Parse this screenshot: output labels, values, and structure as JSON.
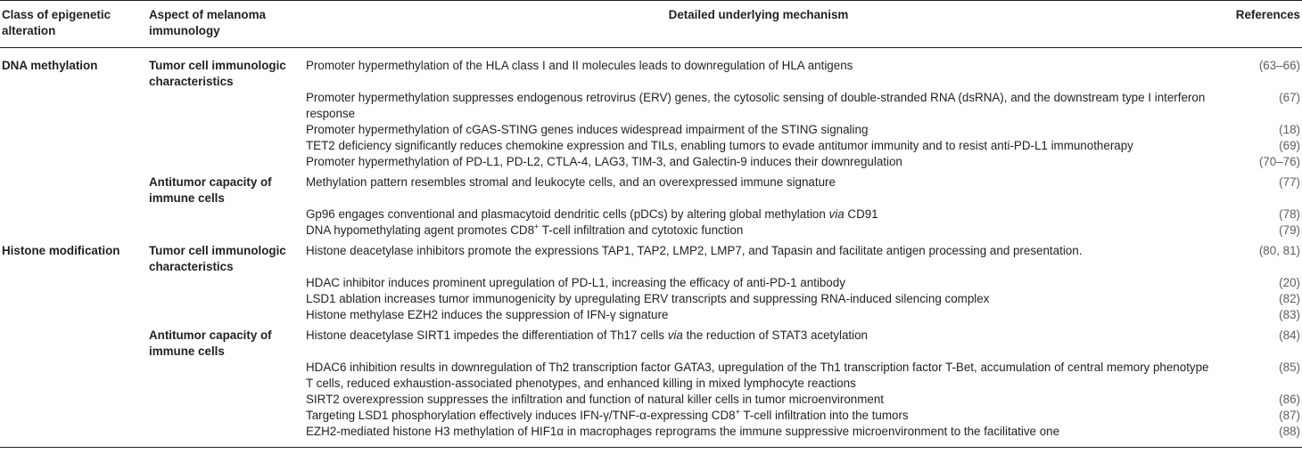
{
  "headers": {
    "class": "Class of epigenetic alteration",
    "aspect": "Aspect of melanoma immunology",
    "mechanism": "Detailed underlying mechanism",
    "references": "References"
  },
  "rows": [
    {
      "class": "DNA methylation",
      "aspect": "Tumor cell immunologic characteristics",
      "mechanism": "Promoter hypermethylation of the HLA class I and II molecules leads to downregulation of HLA antigens",
      "ref": "(63–66)"
    },
    {
      "class": "",
      "aspect": "",
      "mechanism": "Promoter hypermethylation suppresses endogenous retrovirus (ERV) genes, the cytosolic sensing of double-stranded RNA (dsRNA), and the downstream type I interferon response",
      "ref": "(67)"
    },
    {
      "class": "",
      "aspect": "",
      "mechanism": "Promoter hypermethylation of cGAS-STING genes induces widespread impairment of the STING signaling",
      "ref": "(18)"
    },
    {
      "class": "",
      "aspect": "",
      "mechanism": "TET2 deficiency significantly reduces chemokine expression and TILs, enabling tumors to evade antitumor immunity and to resist anti-PD-L1 immunotherapy",
      "ref": "(69)"
    },
    {
      "class": "",
      "aspect": "",
      "mechanism": "Promoter hypermethylation of PD-L1, PD-L2, CTLA-4, LAG3, TIM-3, and Galectin-9 induces their downregulation",
      "ref": "(70–76)"
    },
    {
      "class": "",
      "aspect": "Antitumor capacity of immune cells",
      "mechanism": "Methylation pattern resembles stromal and leukocyte cells, and an overexpressed immune signature",
      "ref": "(77)"
    },
    {
      "class": "",
      "aspect": "",
      "mechanism": "Gp96 engages conventional and plasmacytoid dendritic cells (pDCs) by altering global methylation via CD91",
      "ref": "(78)"
    },
    {
      "class": "",
      "aspect": "",
      "mechanism": "DNA hypomethylating agent promotes CD8+ T-cell infiltration and cytotoxic function",
      "ref": "(79)"
    },
    {
      "class": "Histone modification",
      "aspect": "Tumor cell immunologic characteristics",
      "mechanism": "Histone deacetylase inhibitors promote the expressions TAP1, TAP2, LMP2, LMP7, and Tapasin and facilitate antigen processing and presentation.",
      "ref": "(80, 81)"
    },
    {
      "class": "",
      "aspect": "",
      "mechanism": "HDAC inhibitor induces prominent upregulation of PD-L1, increasing the efficacy of anti-PD-1 antibody",
      "ref": "(20)"
    },
    {
      "class": "",
      "aspect": "",
      "mechanism": "LSD1 ablation increases tumor immunogenicity by upregulating ERV transcripts and suppressing RNA-induced silencing complex",
      "ref": "(82)"
    },
    {
      "class": "",
      "aspect": "",
      "mechanism": "Histone methylase EZH2 induces the suppression of IFN-γ signature",
      "ref": "(83)"
    },
    {
      "class": "",
      "aspect": "Antitumor capacity of immune cells",
      "mechanism": "Histone deacetylase SIRT1 impedes the differentiation of Th17 cells via the reduction of STAT3 acetylation",
      "ref": "(84)"
    },
    {
      "class": "",
      "aspect": "",
      "mechanism": "HDAC6 inhibition results in downregulation of Th2 transcription factor GATA3, upregulation of the Th1 transcription factor T-Bet, accumulation of central memory phenotype T cells, reduced exhaustion-associated phenotypes, and enhanced killing in mixed lymphocyte reactions",
      "ref": "(85)"
    },
    {
      "class": "",
      "aspect": "",
      "mechanism": "SIRT2 overexpression suppresses the infiltration and function of natural killer cells in tumor microenvironment",
      "ref": "(86)"
    },
    {
      "class": "",
      "aspect": "",
      "mechanism": "Targeting LSD1 phosphorylation effectively induces IFN-γ/TNF-α-expressing CD8+ T-cell infiltration into the tumors",
      "ref": "(87)"
    },
    {
      "class": "",
      "aspect": "",
      "mechanism": "EZH2-mediated histone H3 methylation of HIF1α in macrophages reprograms the immune suppressive microenvironment to the facilitative one",
      "ref": "(88)"
    }
  ]
}
